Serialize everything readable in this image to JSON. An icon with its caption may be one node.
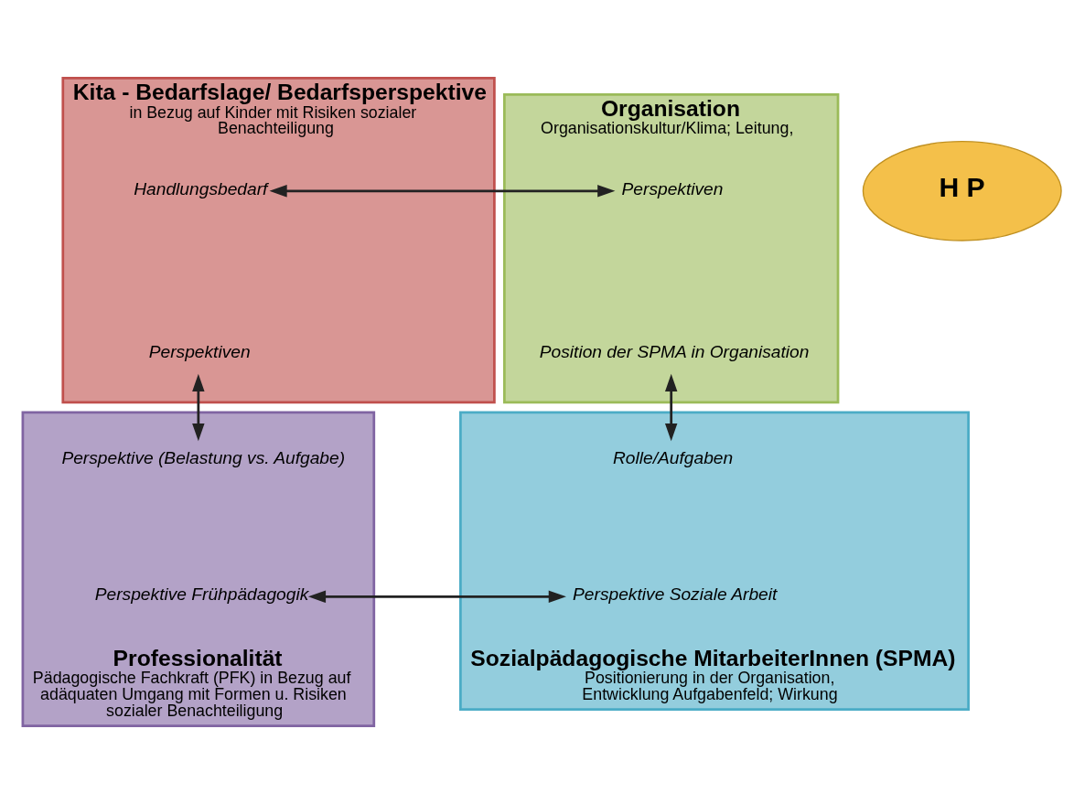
{
  "diagram": {
    "nodes": [
      {
        "text": [
          "Kita - Bedarfslage/ Bedarfsperspektive",
          "in Bezug auf Kinder mit Risiken sozialer Benachteiligung"
        ]
      },
      {
        "text": [
          "Handlungsbedarf"
        ],
        "in": 0
      },
      {
        "text": [
          "Perspektiven"
        ],
        "in": 0
      },
      {
        "text": [
          "Organisation",
          "Organisationskultur/Klima; Leitung,"
        ]
      },
      {
        "text": [
          "Perspektiven"
        ],
        "in": 3
      },
      {
        "text": [
          "Position der SPMA in Organisation"
        ],
        "in": 3
      },
      {
        "text": [
          "H P"
        ]
      },
      {
        "text": [
          "Professionalität",
          "Pädagogische Fachkraft (PFK) in Bezug auf adäquaten Umgang mit Formen u. Risiken sozialer Benachteiligung"
        ]
      },
      {
        "text": [
          "Perspektive (Belastung vs. Aufgabe)"
        ],
        "in": 7
      },
      {
        "text": [
          "Perspektive Frühpädagogik"
        ],
        "in": 7
      },
      {
        "text": [
          "Sozialpädagogische MitarbeiterInnen (SPMA)",
          "Positionierung in der Organisation, Entwicklung Aufgabenfeld; Wirkung"
        ]
      },
      {
        "text": [
          "Rolle/Aufgaben"
        ],
        "in": 10
      },
      {
        "text": [
          "Perspektive Soziale Arbeit"
        ],
        "in": 10
      }
    ],
    "edges": [
      {
        "from": 1,
        "to": 4,
        "arrow": "both"
      },
      {
        "from": 2,
        "to": 8,
        "arrow": "both"
      },
      {
        "from": 5,
        "to": 11,
        "arrow": "both"
      },
      {
        "from": 9,
        "to": 12,
        "arrow": "both"
      }
    ]
  }
}
